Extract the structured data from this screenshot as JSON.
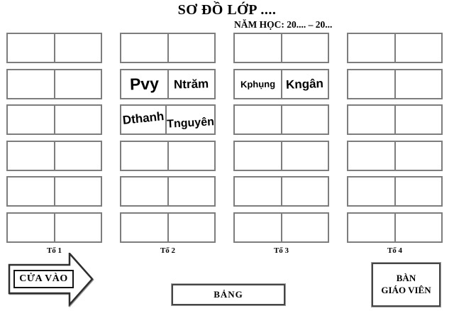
{
  "title": "SƠ ĐỒ LỚP ....",
  "school_year": "NĂM HỌC: 20.... – 20...",
  "layout": {
    "columns": 4,
    "rows_per_group": 6,
    "seats_per_desk": 2
  },
  "groups": [
    {
      "label": "Tổ 1"
    },
    {
      "label": "Tổ 2"
    },
    {
      "label": "Tổ 3"
    },
    {
      "label": "Tổ 4"
    }
  ],
  "occupants": [
    {
      "group": 2,
      "row": 2,
      "seat": 1,
      "name": "Pvy"
    },
    {
      "group": 2,
      "row": 2,
      "seat": 2,
      "name": "Ntrăm"
    },
    {
      "group": 2,
      "row": 3,
      "seat": 1,
      "name": "Dthanh"
    },
    {
      "group": 2,
      "row": 3,
      "seat": 2,
      "name": "Tnguyên"
    },
    {
      "group": 3,
      "row": 2,
      "seat": 1,
      "name": "Kphụng"
    },
    {
      "group": 3,
      "row": 2,
      "seat": 2,
      "name": "Kngân"
    }
  ],
  "entrance": {
    "label": "CỬA VÀO"
  },
  "board": {
    "label": "BẢNG"
  },
  "teacher_desk": {
    "line1": "BÀN",
    "line2": "GIÁO VIÊN"
  },
  "colors": {
    "desk_border": "#7d7d7d",
    "box_border": "#454545",
    "text": "#000000"
  }
}
